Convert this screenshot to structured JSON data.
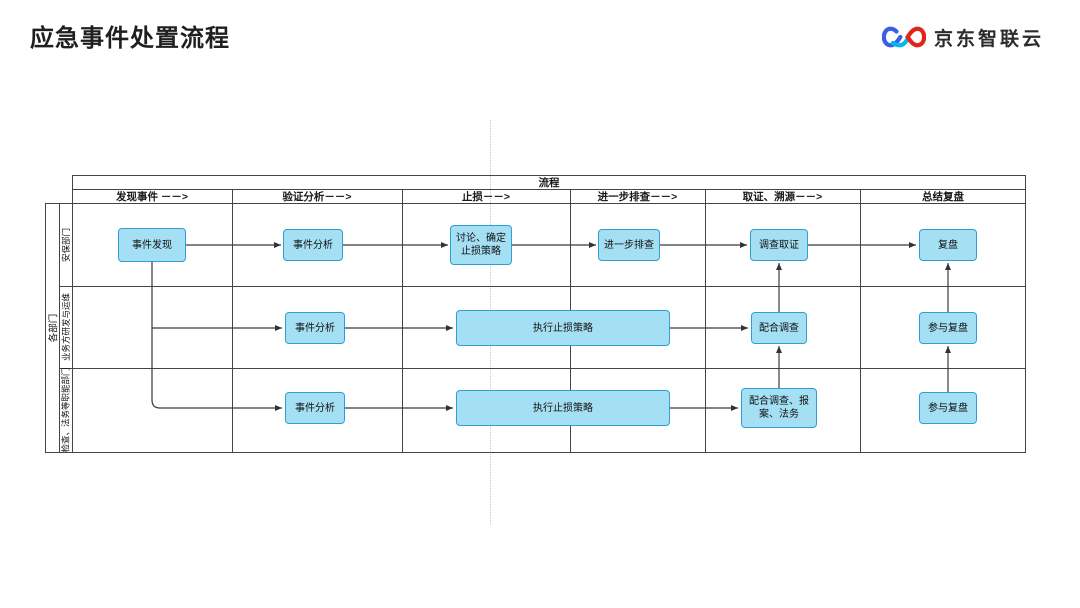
{
  "slide": {
    "title": "应急事件处置流程"
  },
  "logo": {
    "brand": "京东智联云",
    "icon": "jd-infinity-icon",
    "colors": {
      "blue": "#3A5FE5",
      "red": "#E1251B",
      "cyan": "#00B7EE"
    }
  },
  "diagram": {
    "table_title": "流程",
    "columns": [
      "发现事件 －－>",
      "验证分析－－>",
      "止损－－>",
      "进一步排查－－>",
      "取证、溯源－－>",
      "总结复盘"
    ],
    "group_label": "各部门",
    "lanes": [
      "安保部门",
      "业务方研发与运维",
      "检查、法务等职能部门"
    ],
    "nodes": {
      "r1c1": "事件发现",
      "r1c2": "事件分析",
      "r1c3": "讨论、确定止损策略",
      "r1c4": "进一步排查",
      "r1c5": "调查取证",
      "r1c6": "复盘",
      "r2c2": "事件分析",
      "r2c34": "执行止损策略",
      "r2c5": "配合调查",
      "r2c6": "参与复盘",
      "r3c2": "事件分析",
      "r3c34": "执行止损策略",
      "r3c5": "配合调查、报案、法务",
      "r3c6": "参与复盘"
    },
    "colors": {
      "node_fill": "#A4DFF3",
      "node_border": "#2E9FD0",
      "grid_line": "#444444"
    }
  }
}
